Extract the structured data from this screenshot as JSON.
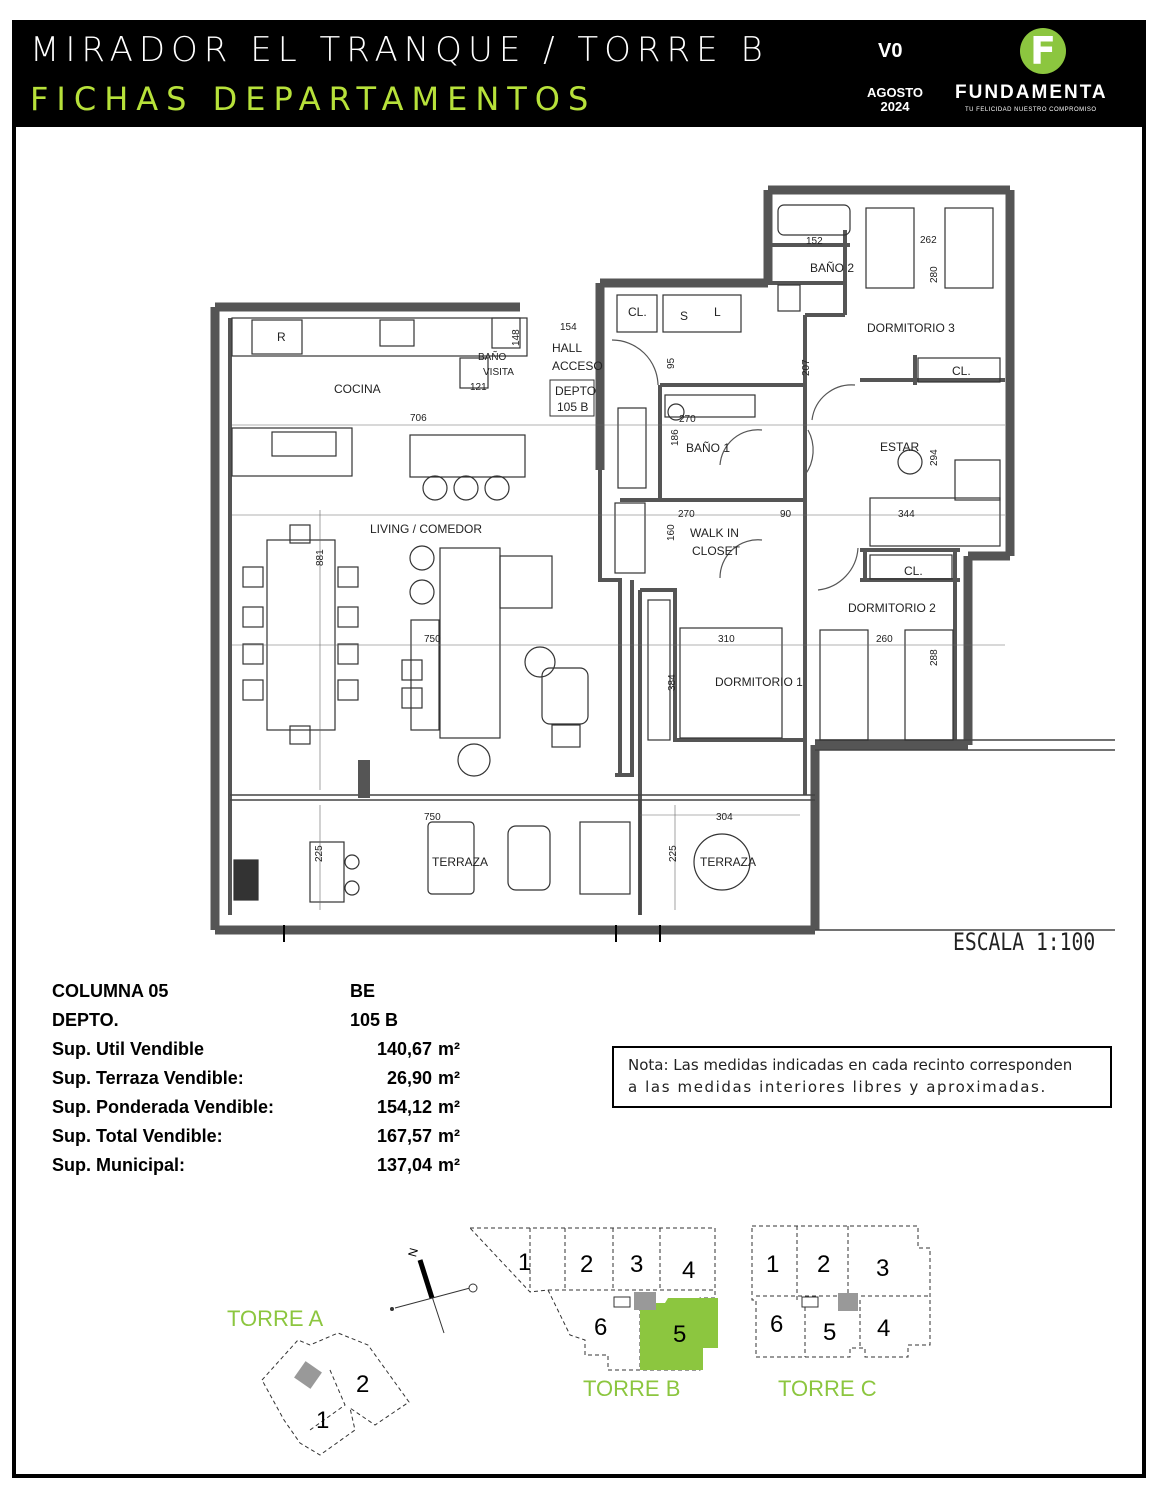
{
  "header": {
    "title_line1": "MIRADOR EL TRANQUE  /  TORRE B",
    "title_line2": "FICHAS DEPARTAMENTOS",
    "version": "V0",
    "date_month": "AGOSTO",
    "date_year": "2024",
    "brand_letter": "F",
    "brand_name": "FUNDAMENTA",
    "brand_tagline": "TU FELICIDAD NUESTRO COMPROMISO"
  },
  "plan": {
    "rooms": {
      "cocina": "COCINA",
      "living": "LIVING / COMEDOR",
      "hall1": "HALL",
      "hall2": "ACCESO",
      "depto1": "DEPTO",
      "depto2": "105 B",
      "bano_visita1": "BAÑO",
      "bano_visita2": "VISITA",
      "bano1": "BAÑO 1",
      "bano2": "BAÑO 2",
      "walkin1": "WALK IN",
      "walkin2": "CLOSET",
      "dorm1": "DORMITORIO 1",
      "dorm2": "DORMITORIO 2",
      "dorm3": "DORMITORIO 3",
      "estar": "ESTAR",
      "terraza_a": "TERRAZA",
      "terraza_b": "TERRAZA",
      "cl1": "CL.",
      "cl2": "CL.",
      "cl3": "CL.",
      "s": "S",
      "l": "L",
      "r": "R"
    },
    "dimensions": {
      "d706": "706",
      "d881": "881",
      "d750a": "750",
      "d750b": "750",
      "d225a": "225",
      "d225b": "225",
      "d304": "304",
      "d154": "154",
      "d148": "148",
      "d121": "121",
      "d95": "95",
      "d270a": "270",
      "d186": "186",
      "d270b": "270",
      "d90": "90",
      "d160": "160",
      "d310": "310",
      "d384": "384",
      "d207": "207",
      "d152": "152",
      "d262": "262",
      "d280": "280",
      "d294": "294",
      "d344": "344",
      "d260": "260",
      "d288": "288"
    }
  },
  "escala": "ESCALA 1:100",
  "specs": {
    "rows": [
      {
        "label": "COLUMNA 05",
        "value": "BE",
        "unit": ""
      },
      {
        "label": "DEPTO.",
        "value": "105 B",
        "unit": ""
      },
      {
        "label": "Sup. Util Vendible",
        "value": "140,67",
        "unit": "m²"
      },
      {
        "label": "Sup. Terraza Vendible:",
        "value": "26,90",
        "unit": "m²"
      },
      {
        "label": "Sup. Ponderada Vendible:",
        "value": "154,12",
        "unit": "m²"
      },
      {
        "label": "Sup. Total Vendible:",
        "value": "167,57",
        "unit": "m²"
      },
      {
        "label": "Sup. Municipal:",
        "value": "137,04",
        "unit": "m²"
      }
    ]
  },
  "note": {
    "line1": "Nota: Las medidas indicadas en cada recinto corresponden",
    "line2": "a las medidas interiores libres y aproximadas."
  },
  "keyplan": {
    "north": "N",
    "torre_a": "TORRE A",
    "torre_b": "TORRE B",
    "torre_c": "TORRE C",
    "a_units": [
      "1",
      "2"
    ],
    "b_units": [
      "1",
      "2",
      "3",
      "4",
      "5",
      "6"
    ],
    "c_units": [
      "1",
      "2",
      "3",
      "4",
      "5",
      "6"
    ],
    "highlight_color": "#8cc63f"
  },
  "colors": {
    "accent_green": "#b7e13a",
    "brand_green": "#8cc63f",
    "wall": "#555555"
  }
}
